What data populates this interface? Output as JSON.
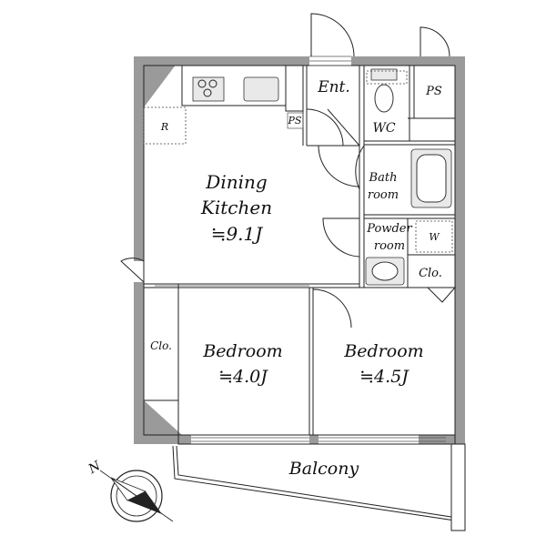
{
  "rooms": {
    "dining_kitchen": {
      "line1": "Dining",
      "line2": "Kitchen",
      "area": "≒9.1J"
    },
    "bedroom_left": {
      "name": "Bedroom",
      "area": "≒4.0J"
    },
    "bedroom_right": {
      "name": "Bedroom",
      "area": "≒4.5J"
    },
    "entrance": "Ent.",
    "wc": "WC",
    "bathroom": {
      "line1": "Bath",
      "line2": "room"
    },
    "powder_room": {
      "line1": "Powder",
      "line2": "room"
    },
    "closet_right": "Clo.",
    "closet_left": "Clo.",
    "balcony": "Balcony"
  },
  "markers": {
    "ps_kitchen": "PS",
    "ps_top": "PS",
    "fridge": "R",
    "washer": "W"
  },
  "compass": {
    "label": "N"
  }
}
